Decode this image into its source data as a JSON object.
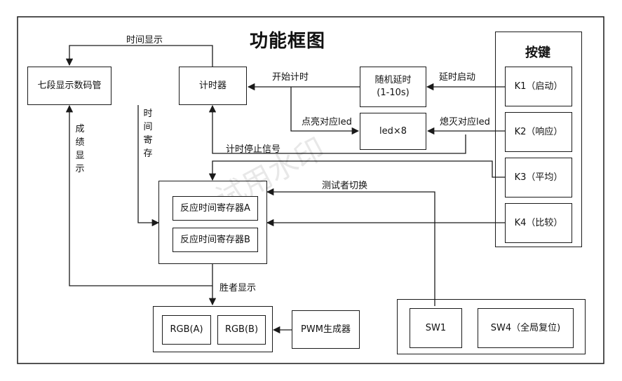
{
  "title": "功能框图",
  "keys_title": "按键",
  "boxes": {
    "seven_seg": "七段显示数码管",
    "timer": "计时器",
    "random_delay_line1": "随机延时",
    "random_delay_line2": "(1-10s)",
    "led": "led×8",
    "k1": "K1（启动）",
    "k2": "K2（响应）",
    "k3": "K3（平均）",
    "k4": "K4（比较）",
    "reg_a": "反应时间寄存器A",
    "reg_b": "反应时间寄存器B",
    "rgb_a": "RGB(A)",
    "rgb_b": "RGB(B)",
    "pwm": "PWM生成器",
    "sw1": "SW1",
    "sw4": "SW4（全局复位)"
  },
  "labels": {
    "time_display": "时间显示",
    "start_timing": "开始计时",
    "delay_start": "延时启动",
    "light_led": "点亮对应led",
    "off_led": "熄灭对应led",
    "stop_signal": "计时停止信号",
    "switch_tester": "测试者切换",
    "winner_display": "胜者显示",
    "time_reg_vertical": "时间寄存",
    "score_display_vertical": "成绩显示"
  },
  "watermark": "试用水印",
  "colors": {
    "line": "#1a1a1a",
    "background": "#ffffff"
  }
}
